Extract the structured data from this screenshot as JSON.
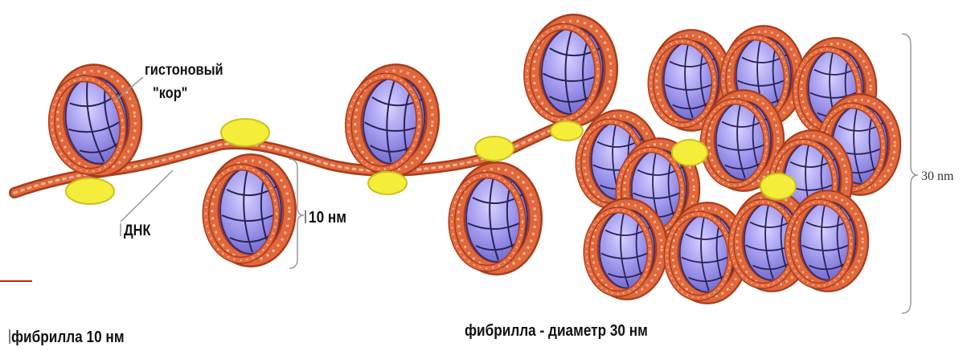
{
  "labels": {
    "histone_core_line1": "гистоновый",
    "histone_core_line2": "\"кор\"",
    "dna": "ДНК",
    "ten_nm": "10 нм",
    "fibril_10nm": "фибрилла 10 нм",
    "fibril_30nm": "фибрилла - диаметр 30 нм",
    "thirty_nm": "30 nm"
  },
  "colors": {
    "dna_strand": "#c8502a",
    "dna_highlight": "#f4b090",
    "histone_core": "#9f97ec",
    "histone_core_dark": "#6f66c9",
    "linker_histone": "#f4ee3a",
    "leader_line": "#999999",
    "accent_tick": "#cc2200"
  }
}
